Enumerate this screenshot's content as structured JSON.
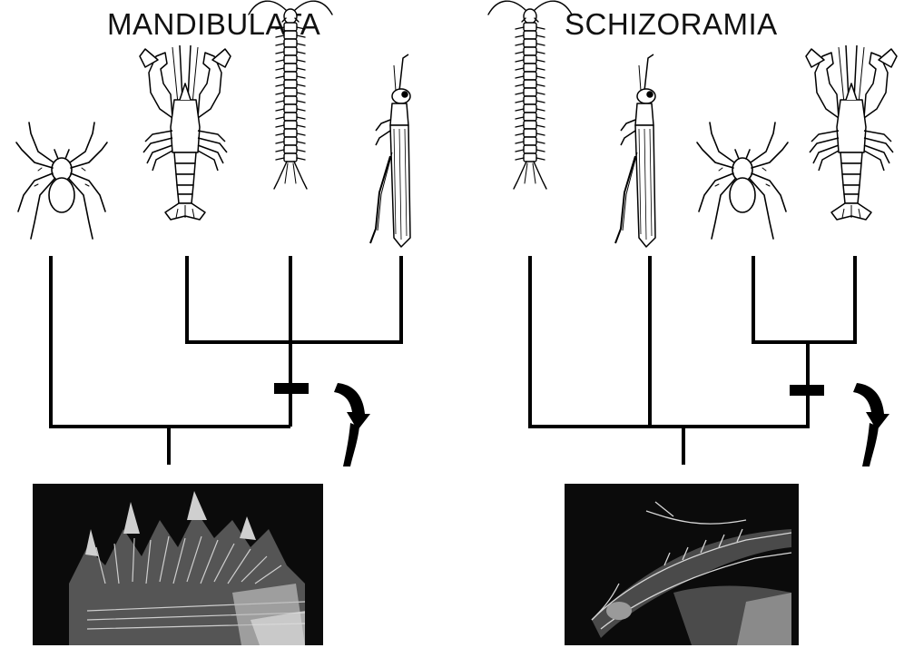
{
  "left_panel": {
    "title": "MANDIBULATA"
  },
  "right_panel": {
    "title": "SCHIZORAMIA"
  },
  "taxa": [
    "spider",
    "lobster",
    "centipede",
    "grasshopper"
  ],
  "left_order": [
    "spider",
    "lobster",
    "centipede",
    "grasshopper"
  ],
  "right_order": [
    "centipede",
    "grasshopper",
    "spider",
    "lobster"
  ],
  "colors": {
    "line": "#000000",
    "photo_bg": "#0a0a0a",
    "photo_fg": "#d8d8d8"
  }
}
